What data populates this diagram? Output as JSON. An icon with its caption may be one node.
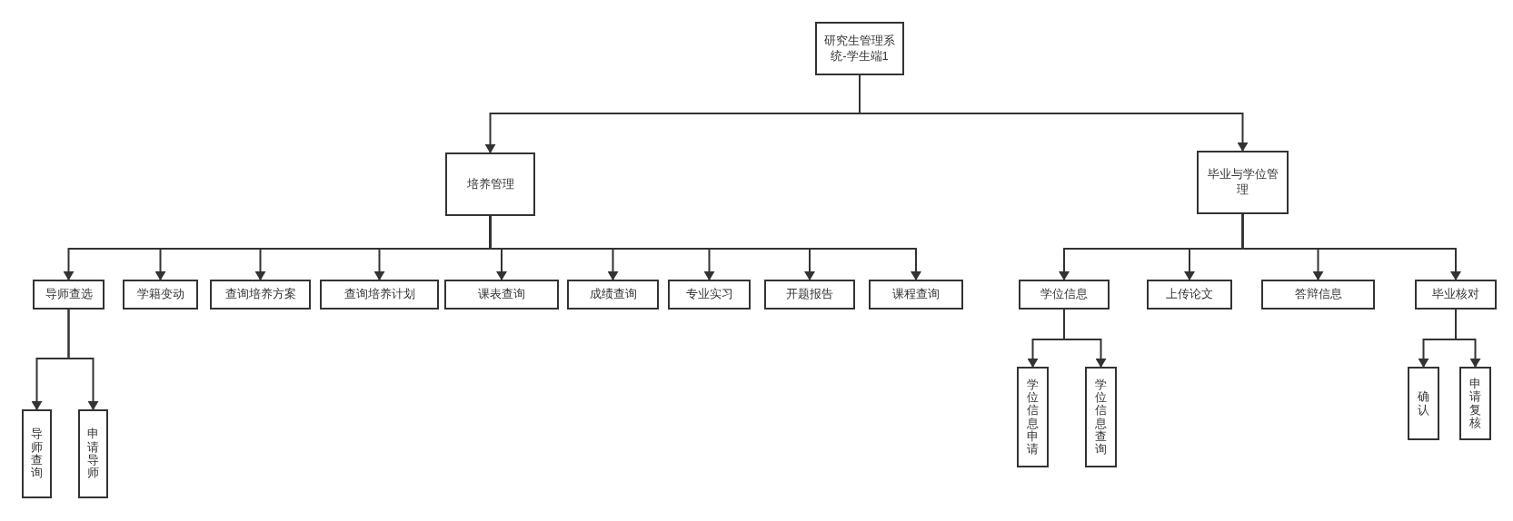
{
  "diagram": {
    "nodes": [
      {
        "text": [
          "研究生管理系统-学生端1"
        ]
      },
      {
        "text": [
          "培养管理"
        ]
      },
      {
        "text": [
          "毕业与学位管理"
        ]
      },
      {
        "text": [
          "导师查选"
        ]
      },
      {
        "text": [
          "学籍变动"
        ]
      },
      {
        "text": [
          "查询培养方案"
        ]
      },
      {
        "text": [
          "查询培养计划"
        ]
      },
      {
        "text": [
          "课表查询"
        ]
      },
      {
        "text": [
          "成绩查询"
        ]
      },
      {
        "text": [
          "专业实习"
        ]
      },
      {
        "text": [
          "开题报告"
        ]
      },
      {
        "text": [
          "课程查询"
        ]
      },
      {
        "text": [
          "学位信息"
        ]
      },
      {
        "text": [
          "上传论文"
        ]
      },
      {
        "text": [
          "答辩信息"
        ]
      },
      {
        "text": [
          "毕业核对"
        ]
      },
      {
        "text": [
          "导师查询"
        ]
      },
      {
        "text": [
          "申请导师"
        ]
      },
      {
        "text": [
          "学位信息申请"
        ]
      },
      {
        "text": [
          "学位信息查询"
        ]
      },
      {
        "text": [
          "确认"
        ]
      },
      {
        "text": [
          "申请复核"
        ]
      }
    ],
    "edges": [
      {
        "from": 0,
        "to": 1,
        "arrow": "to"
      },
      {
        "from": 0,
        "to": 2,
        "arrow": "to"
      },
      {
        "from": 1,
        "to": 3,
        "arrow": "to"
      },
      {
        "from": 1,
        "to": 4,
        "arrow": "to"
      },
      {
        "from": 1,
        "to": 5,
        "arrow": "to"
      },
      {
        "from": 1,
        "to": 6,
        "arrow": "to"
      },
      {
        "from": 1,
        "to": 7,
        "arrow": "to"
      },
      {
        "from": 1,
        "to": 8,
        "arrow": "to"
      },
      {
        "from": 1,
        "to": 9,
        "arrow": "to"
      },
      {
        "from": 1,
        "to": 10,
        "arrow": "to"
      },
      {
        "from": 1,
        "to": 11,
        "arrow": "to"
      },
      {
        "from": 2,
        "to": 12,
        "arrow": "to"
      },
      {
        "from": 2,
        "to": 13,
        "arrow": "to"
      },
      {
        "from": 2,
        "to": 14,
        "arrow": "to"
      },
      {
        "from": 2,
        "to": 15,
        "arrow": "to"
      },
      {
        "from": 3,
        "to": 16,
        "arrow": "to"
      },
      {
        "from": 3,
        "to": 17,
        "arrow": "to"
      },
      {
        "from": 12,
        "to": 18,
        "arrow": "to"
      },
      {
        "from": 12,
        "to": 19,
        "arrow": "to"
      },
      {
        "from": 15,
        "to": 20,
        "arrow": "to"
      },
      {
        "from": 15,
        "to": 21,
        "arrow": "to"
      }
    ]
  }
}
